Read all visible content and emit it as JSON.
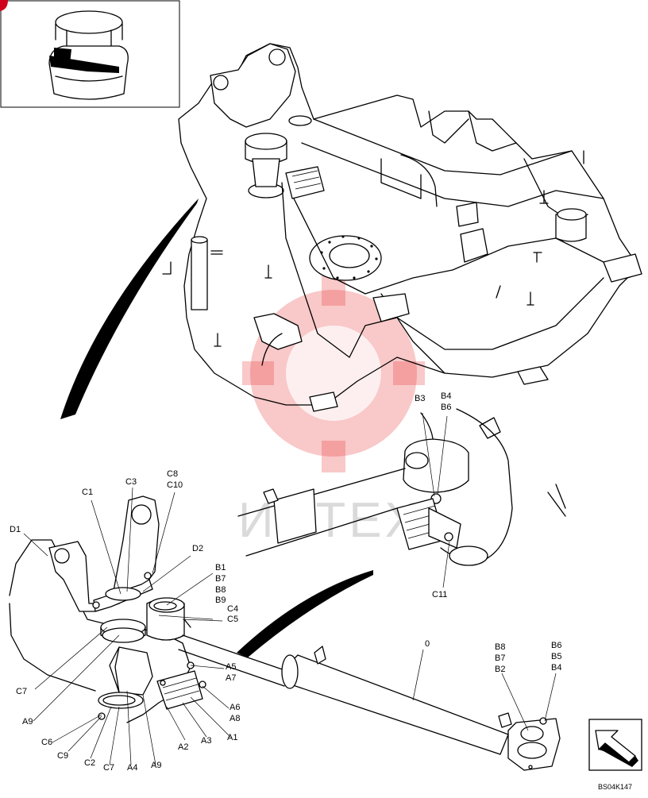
{
  "drawing_code": "BS04K147",
  "watermark_text": "ИНТЕХ",
  "callouts": {
    "b3": "B3",
    "b4_top": "B4",
    "b6_top": "B6",
    "c8": "C8",
    "c10": "C10",
    "c3": "C3",
    "c1": "C1",
    "d1": "D1",
    "d2": "D2",
    "b1": "B1",
    "b7_left": "B7",
    "b8_left": "B8",
    "b9": "B9",
    "c4": "C4",
    "c5": "C5",
    "c11": "C11",
    "zero": "0",
    "a5": "A5",
    "a7": "A7",
    "a6": "A6",
    "a8": "A8",
    "a1": "A1",
    "a3": "A3",
    "a2": "A2",
    "c7_left": "C7",
    "a9_left": "A9",
    "c6": "C6",
    "c9": "C9",
    "c2": "C2",
    "c7_bottom": "C7",
    "a4": "A4",
    "a9_bottom": "A9",
    "b8_right": "B8",
    "b7_right": "B7",
    "b2": "B2",
    "b6_right": "B6",
    "b5": "B5",
    "b4_right": "B4"
  },
  "colors": {
    "line": "#000000",
    "watermark": "#e83a3a",
    "badge": "#d0021b"
  }
}
